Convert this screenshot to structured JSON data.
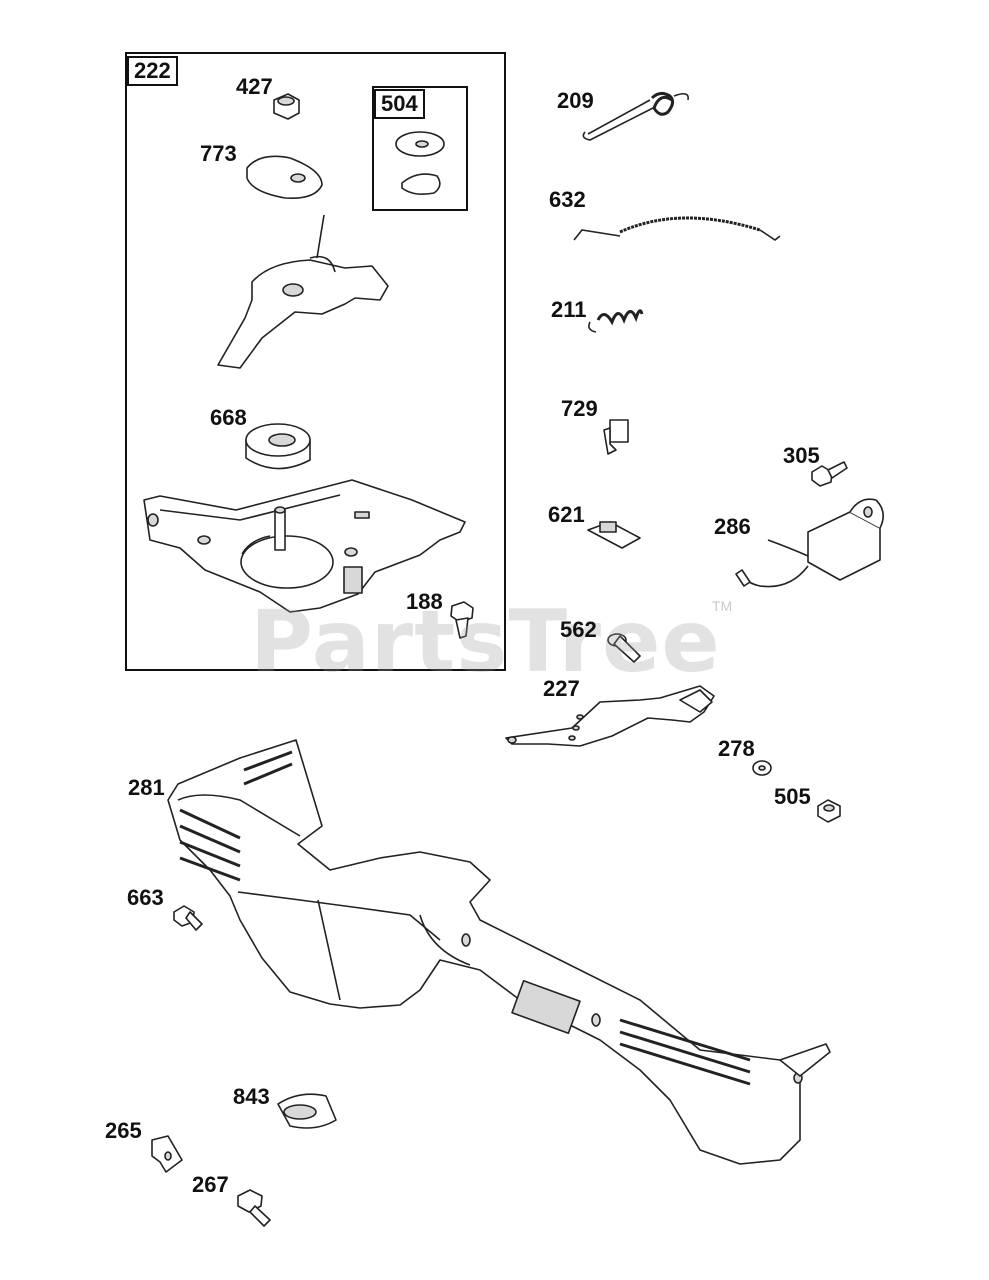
{
  "watermark": {
    "text": "PartsTree",
    "tm": "TM"
  },
  "kit_labels": {
    "k222": "222",
    "k504": "504"
  },
  "parts": {
    "p427": "427",
    "p773": "773",
    "p668": "668",
    "p188": "188",
    "p209": "209",
    "p632": "632",
    "p211": "211",
    "p729": "729",
    "p305": "305",
    "p621": "621",
    "p286": "286",
    "p562": "562",
    "p227": "227",
    "p278": "278",
    "p505": "505",
    "p281": "281",
    "p663": "663",
    "p843": "843",
    "p265": "265",
    "p267": "267"
  }
}
